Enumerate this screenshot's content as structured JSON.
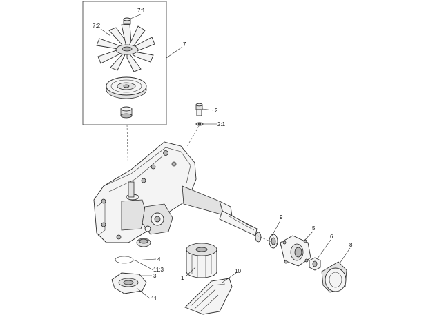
{
  "callouts": {
    "c7_1": "7:1",
    "c7_2": "7:2",
    "c7": "7",
    "c2": "2",
    "c2_1": "2:1",
    "c9": "9",
    "c5": "5",
    "c6": "6",
    "c8": "8",
    "c4": "4",
    "c11_3": "11:3",
    "c3": "3",
    "c1": "1",
    "c10": "10",
    "c11": "11"
  }
}
